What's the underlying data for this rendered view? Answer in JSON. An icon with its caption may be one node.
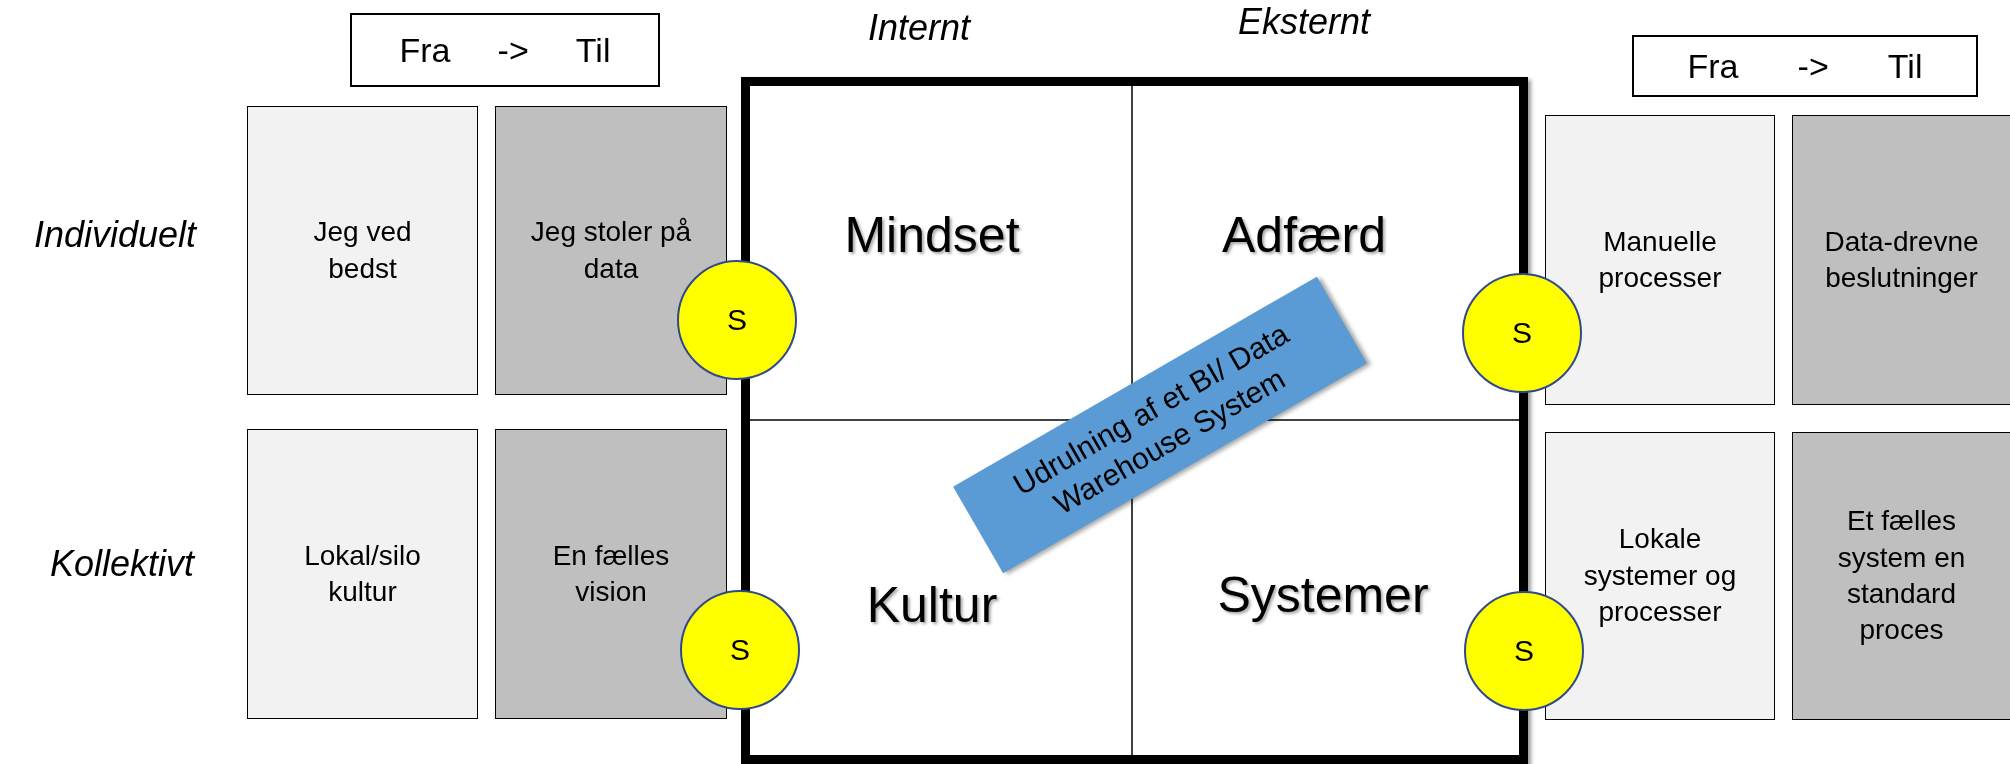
{
  "diagram": {
    "nodes": [
      {
        "text": [
          "Fra",
          "->",
          "Til"
        ]
      },
      {
        "text": [
          "Fra",
          "->",
          "Til"
        ]
      },
      {
        "text": [],
        "shape": "box"
      },
      {
        "text": [
          "Mindset"
        ],
        "in": 2
      },
      {
        "text": [
          "Adfærd"
        ],
        "in": 2
      },
      {
        "text": [
          "Kultur"
        ],
        "in": 2
      },
      {
        "text": [
          "Systemer"
        ],
        "in": 2
      },
      {
        "text": [
          "Jeg ved bedst"
        ]
      },
      {
        "text": [
          "Jeg stoler på data"
        ]
      },
      {
        "text": [
          "Manuelle processer"
        ]
      },
      {
        "text": [
          "Data-drevne beslutninger"
        ]
      },
      {
        "text": [
          "Lokal/silo kultur"
        ]
      },
      {
        "text": [
          "En fælles vision"
        ]
      },
      {
        "text": [
          "Lokale systemer og processer"
        ]
      },
      {
        "text": [
          "Et fælles system en standard proces"
        ]
      },
      {
        "text": [
          "Udrulning af et BI/ Data Warehouse System"
        ],
        "in": 2
      },
      {
        "text": [
          "S"
        ]
      },
      {
        "text": [
          "S"
        ]
      },
      {
        "text": [
          "S"
        ]
      },
      {
        "text": [
          "S"
        ]
      }
    ],
    "labels": [
      "Internt",
      "Eksternt",
      "Individuelt",
      "Kollektivt"
    ]
  }
}
